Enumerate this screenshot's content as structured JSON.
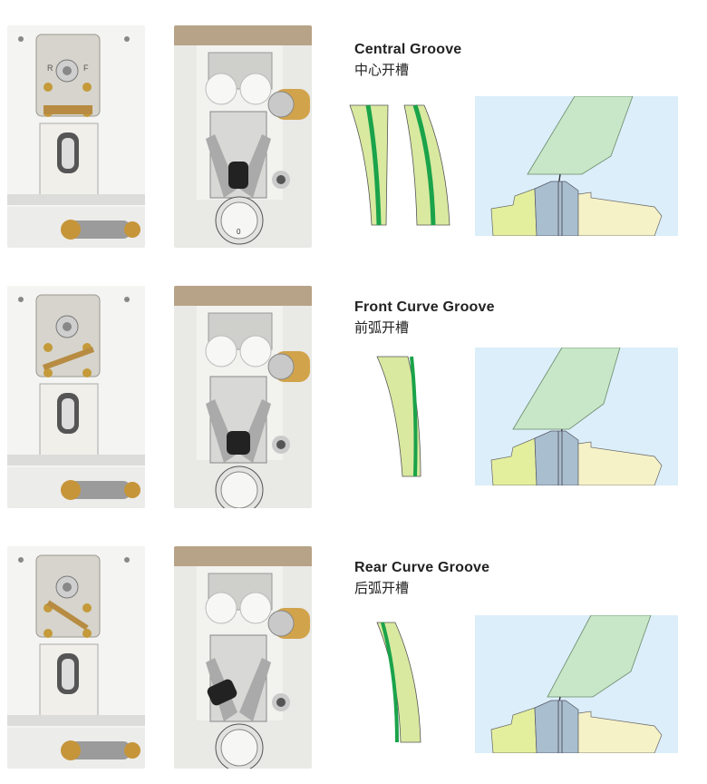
{
  "sections": [
    {
      "title_en": "Central Groove",
      "title_cn": "中心开槽",
      "groove_type": "central"
    },
    {
      "title_en": "Front Curve Groove",
      "title_cn": "前弧开槽",
      "groove_type": "front-curve"
    },
    {
      "title_en": "Rear Curve Groove",
      "title_cn": "后弧开槽",
      "groove_type": "rear-curve"
    }
  ],
  "photo_labels": {
    "left": "R",
    "right": "F",
    "dial": "0"
  },
  "colors": {
    "lens_fill": "#d9e9a0",
    "groove_line": "#1aa34a",
    "diagram_bg": "#dbeef9",
    "wheel_fill": "#c8e6c8",
    "lens_left": "#d6e69a",
    "lens_right": "#f6f2c8",
    "blade": "#a9bfcf"
  }
}
